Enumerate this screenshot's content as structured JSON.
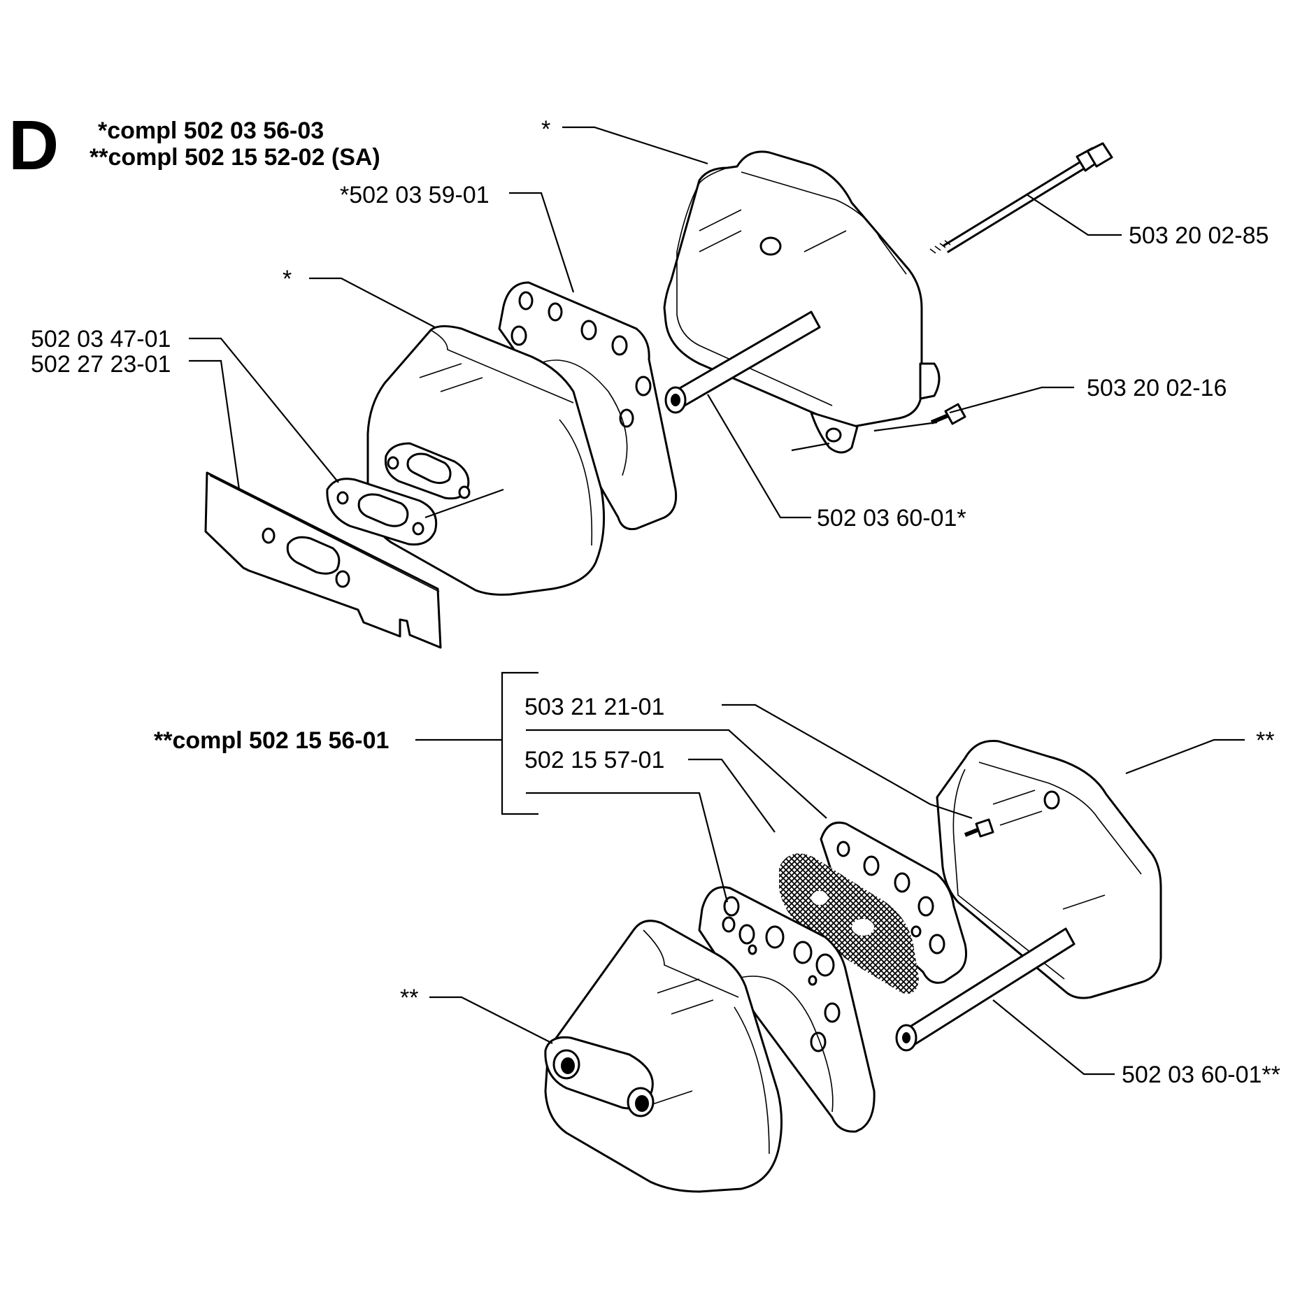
{
  "section_letter": "D",
  "header": {
    "line1": "*compl 502 03 56-03",
    "line2": "**compl 502 15 52-02 (SA)"
  },
  "upper_assembly": {
    "cover_star": "*",
    "gasket": "*502 03 59-01",
    "muffler_body_star": "*",
    "small_gasket": "502 03 47-01",
    "heat_plate": "502 27 23-01",
    "bolt": "503 20 02-85",
    "screw": "503 20 02-16",
    "spacer_tube": "502 03 60-01*"
  },
  "lower_assembly": {
    "kit": "**compl 502 15 56-01",
    "screw": "503 21 21-01",
    "spark_screen": "502 15 57-01",
    "cover_star": "**",
    "body_star": "**",
    "spacer_tube": "502 03 60-01**"
  }
}
